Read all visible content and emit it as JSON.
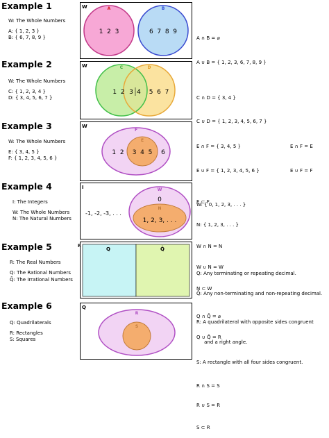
{
  "colors": {
    "set_a_fill": "#f7a8d6",
    "set_a_stroke": "#c33a8a",
    "set_b_fill": "#b9dbf5",
    "set_b_stroke": "#3a4bd0",
    "set_c_fill": "#c8eea8",
    "set_c_stroke": "#43c04a",
    "set_d_fill": "#fbe3a0",
    "set_d_stroke": "#e8a93a",
    "outer_fill": "#f2d4f4",
    "outer_stroke": "#b04fc4",
    "inner_fill": "#f4ad6e",
    "inner_stroke": "#c27c3c",
    "rational_fill": "#c7f4f5",
    "irrational_fill": "#e0f5b0",
    "red_label": "#d81b1b",
    "blue_label": "#2d49d9",
    "green_label": "#3aa63a",
    "orange_label": "#e39a22"
  },
  "examples": [
    {
      "title": "Example 1",
      "defs": [
        "W: The Whole Numbers",
        "A: { 1, 2, 3 }",
        "B: { 6, 7, 8, 9 }"
      ],
      "universe_label": "W",
      "set_labels": [
        "A",
        "B"
      ],
      "region_text": [
        "1  2  3",
        "6  7  8  9"
      ],
      "results": [
        "A ∩ B = ⌀",
        "A ∪ B = { 1, 2, 3, 6, 7, 8, 9 }"
      ]
    },
    {
      "title": "Example 2",
      "defs": [
        "W: The Whole Numbers",
        "C: { 1, 2, 3, 4 }",
        "D: { 3, 4, 5, 6, 7 }"
      ],
      "universe_label": "W",
      "set_labels": [
        "C",
        "D"
      ],
      "region_text": [
        "1  2",
        "3",
        "4",
        "5  6  7"
      ],
      "results": [
        "C ∩ D = { 3, 4 }",
        "C ∪ D = { 1, 2, 3, 4, 5, 6, 7 }"
      ]
    },
    {
      "title": "Example 3",
      "defs": [
        "W: The Whole Numbers",
        "E: { 3, 4, 5 }",
        "F: { 1, 2, 3, 4, 5, 6 }"
      ],
      "universe_label": "W",
      "set_labels": [
        "F",
        "E"
      ],
      "region_text": [
        "1  2",
        "3  4  5",
        "6"
      ],
      "results": [
        "E ∩ F = { 3, 4, 5 }",
        "E ∪ F = { 1, 2, 3, 4, 5, 6 }",
        "E ⊂ F"
      ],
      "results_right": [
        "E ∩ F = E",
        "E ∪ F = F"
      ]
    },
    {
      "title": "Example 4",
      "defs": [
        "I: The Integers",
        "W: The Whole Numbers",
        "N: The Natural Numbers"
      ],
      "universe_label": "I",
      "set_labels": [
        "W",
        "N"
      ],
      "region_text": [
        "-1, -2, -3, . . .",
        "0",
        "1, 2, 3, . . ."
      ],
      "results": [
        "W: { 0, 1, 2, 3, . . . }",
        "N: { 1, 2, 3, . . . }",
        "W ∩ N = N",
        "W ∪ N = W",
        "N ⊂ W"
      ]
    },
    {
      "title": "Example 5",
      "defs": [
        "R: The Real Numbers",
        "Q: The Rational Numbers",
        "Q̄: The Irrational Numbers"
      ],
      "universe_label": "R",
      "set_labels": [
        "Q",
        "Q̄"
      ],
      "results": [
        "Q: Any terminating or repeating decimal.",
        "Q̄: Any non-terminating and non-repeating decimal.",
        "Q ∩ Q̄ = ⌀",
        "Q ∪ Q̄ = R"
      ]
    },
    {
      "title": "Example 6",
      "defs": [
        "Q: Quadrilaterals",
        "R: Rectangles",
        "S: Squares"
      ],
      "universe_label": "Q",
      "set_labels": [
        "R",
        "S"
      ],
      "results": [
        "R: A quadrilateral with opposite sides congruent",
        "     and a right angle.",
        "S: A rectangle with all four sides congruent.",
        "R ∩ S = S",
        "R ∪ S = R",
        "S ⊂ R"
      ]
    }
  ]
}
